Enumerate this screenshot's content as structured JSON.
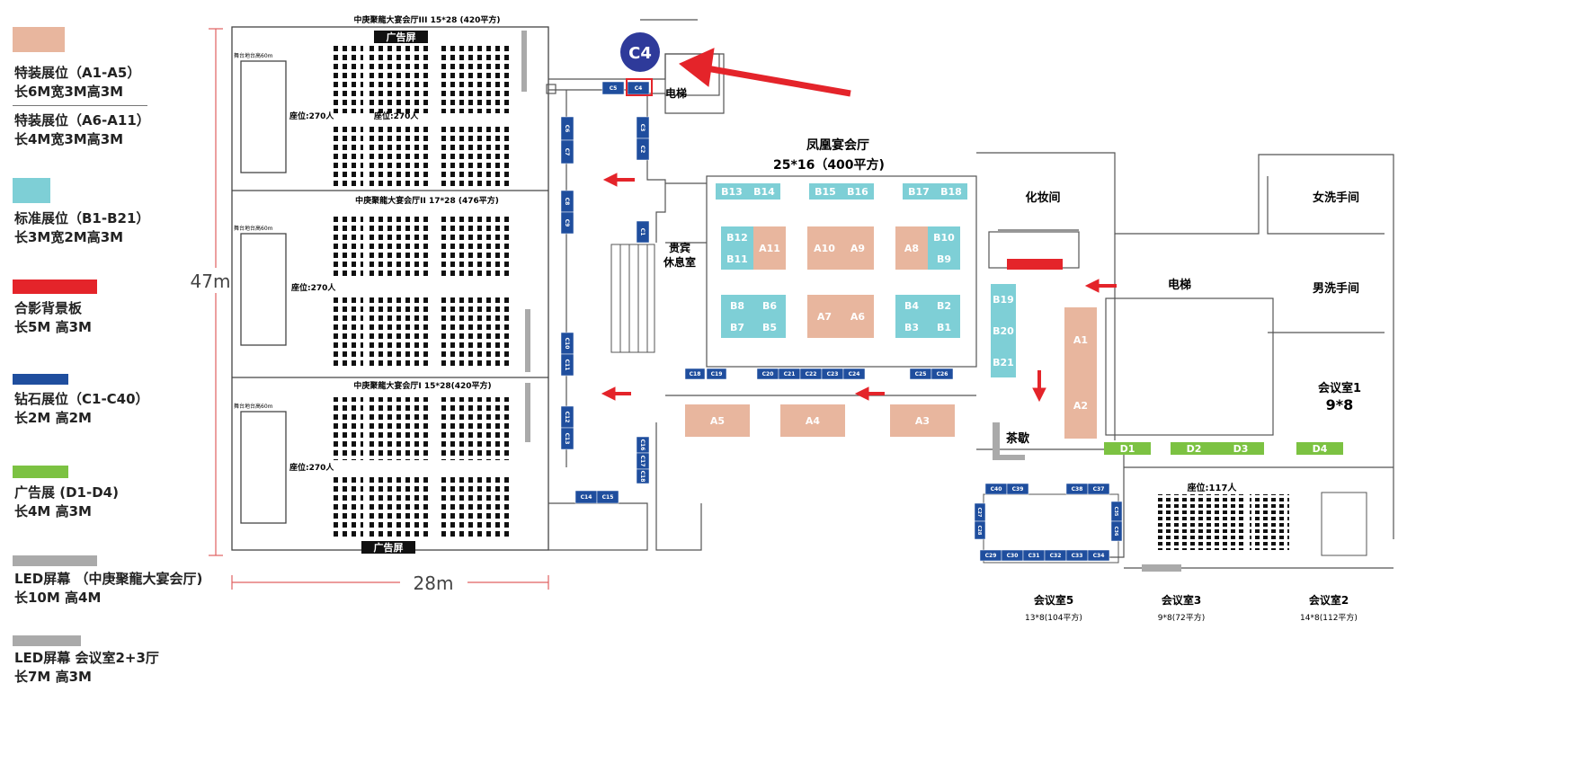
{
  "legend": [
    {
      "line1": "特装展位（A1-A5）",
      "line2": "长6M宽3M高3M",
      "color": "#e8b69e"
    },
    {
      "line1": "特装展位（A6-A11）",
      "line2": "长4M宽3M高3M",
      "color": ""
    },
    {
      "line1": "标准展位（B1-B21）",
      "line2": "长3M宽2M高3M",
      "color": "#7ecfd6"
    },
    {
      "line1": "合影背景板",
      "line2": "长5M 高3M",
      "color": "#e4242a"
    },
    {
      "line1": "钻石展位（C1-C40）",
      "line2": "长2M 高2M",
      "color": "#1f4e9e"
    },
    {
      "line1": "广告展 (D1-D4)",
      "line2": "长4M 高3M",
      "color": "#7cc242"
    },
    {
      "line1": "LED屏幕 （中庚聚龍大宴会厅)",
      "line2": "长10M 高4M",
      "color": "#aaaaaa"
    },
    {
      "line1": "LED屏幕  会议室2+3厅",
      "line2": "长7M 高3M",
      "color": "#aaaaaa"
    }
  ],
  "dimensions": {
    "height": "47m",
    "width": "28m"
  },
  "halls": {
    "hall3_title": "中庚聚龍大宴会厅III    15*28 (420平方)",
    "hall2_title": "中庚聚龍大宴会厅II   17*28  (476平方)",
    "hall1_title": "中庚聚龍大宴会厅I   15*28(420平方)",
    "ad_screen": "广告屏",
    "stage_label": "舞台地台高60m",
    "seats_270": "座位:270人"
  },
  "marker": {
    "label": "C4"
  },
  "rooms": {
    "elevator": "电梯",
    "banquet_name": "凤凰宴会厅",
    "banquet_size": "25*16（400平方)",
    "vip_l1": "贵宾",
    "vip_l2": "休息室",
    "makeup": "化妆间",
    "womens": "女洗手间",
    "mens": "男洗手间",
    "meeting1": "会议室1",
    "meeting1_size": "9*8",
    "tea": "茶歇",
    "seats_117": "座位:117人",
    "meeting5": "会议室5",
    "meeting5_size": "13*8(104平方)",
    "meeting3": "会议室3",
    "meeting3_size": "9*8(72平方)",
    "meeting2": "会议室2",
    "meeting2_size": "14*8(112平方)"
  },
  "booths_b": [
    "B13",
    "B14",
    "B15",
    "B16",
    "B17",
    "B18",
    "B12",
    "B11",
    "B10",
    "B9",
    "B8",
    "B6",
    "B7",
    "B5",
    "B4",
    "B2",
    "B3",
    "B1",
    "B19",
    "B20",
    "B21"
  ],
  "booths_a": [
    "A11",
    "A10",
    "A9",
    "A8",
    "A7",
    "A6",
    "A5",
    "A4",
    "A3",
    "A1",
    "A2"
  ],
  "booths_c": [
    "C5",
    "C4",
    "C6",
    "C7",
    "C3",
    "C2",
    "C8",
    "C9",
    "C1",
    "C10",
    "C11",
    "C12",
    "C13",
    "C16",
    "C17",
    "C18",
    "C14",
    "C15",
    "C18",
    "C19",
    "C20",
    "C21",
    "C22",
    "C23",
    "C24",
    "C25",
    "C26",
    "C40",
    "C39",
    "C38",
    "C37",
    "C27",
    "C28",
    "C29",
    "C30",
    "C31",
    "C32",
    "C33",
    "C34",
    "C35",
    "C36"
  ],
  "booths_d": [
    "D1",
    "D2",
    "D3",
    "D4"
  ]
}
